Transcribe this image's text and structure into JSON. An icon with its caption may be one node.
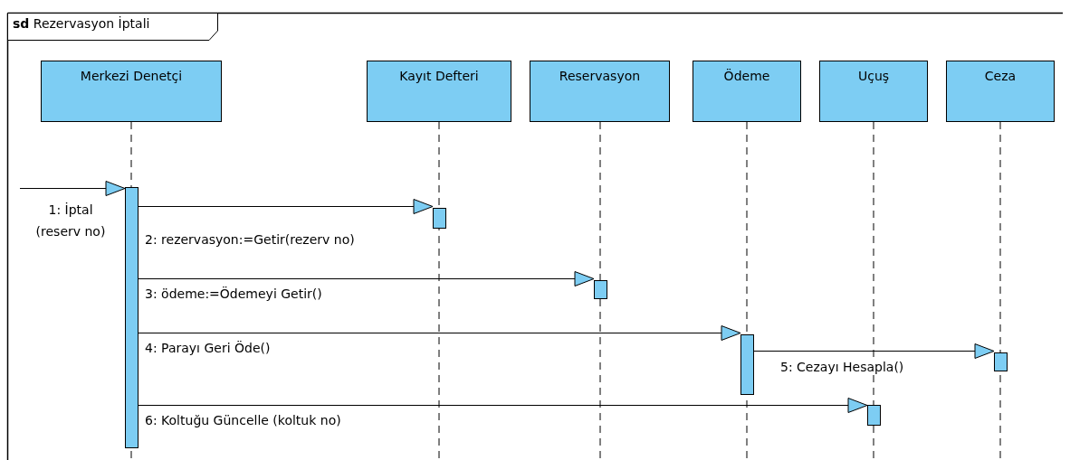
{
  "diagram": {
    "title": "**sd** Rezervasyon İptali",
    "nodes": [
      {
        "text": [
          "Merkezi Denetçi"
        ]
      },
      {
        "text": [
          "Kayıt Defteri"
        ]
      },
      {
        "text": [
          "Reservasyon"
        ]
      },
      {
        "text": [
          "Ödeme"
        ]
      },
      {
        "text": [
          "Uçuş"
        ]
      },
      {
        "text": [
          "Ceza"
        ]
      },
      {
        "text": [],
        "shape": "bar"
      },
      {
        "text": [],
        "shape": "bar"
      },
      {
        "text": [],
        "shape": "bar"
      },
      {
        "text": [],
        "shape": "bar"
      },
      {
        "text": [],
        "shape": "bar"
      },
      {
        "text": [],
        "shape": "bar"
      }
    ],
    "edges": [
      {
        "from": null,
        "to": 6,
        "arrow": "to",
        "label": "1: İptal (reserv no)"
      },
      {
        "from": 6,
        "to": 7,
        "arrow": "to",
        "label": "2: rezervasyon:=Getir(rezerv no)"
      },
      {
        "from": 6,
        "to": 8,
        "arrow": "to",
        "label": "3: ödeme:=Ödemeyi Getir()"
      },
      {
        "from": 6,
        "to": 9,
        "arrow": "to",
        "label": "4: Parayı Geri Öde()"
      },
      {
        "from": 9,
        "to": 10,
        "arrow": "to",
        "label": "5: Cezayı Hesapla()"
      },
      {
        "from": 6,
        "to": 11,
        "arrow": "to",
        "label": "6: Koltuğu Güncelle (koltuk no)"
      }
    ]
  }
}
